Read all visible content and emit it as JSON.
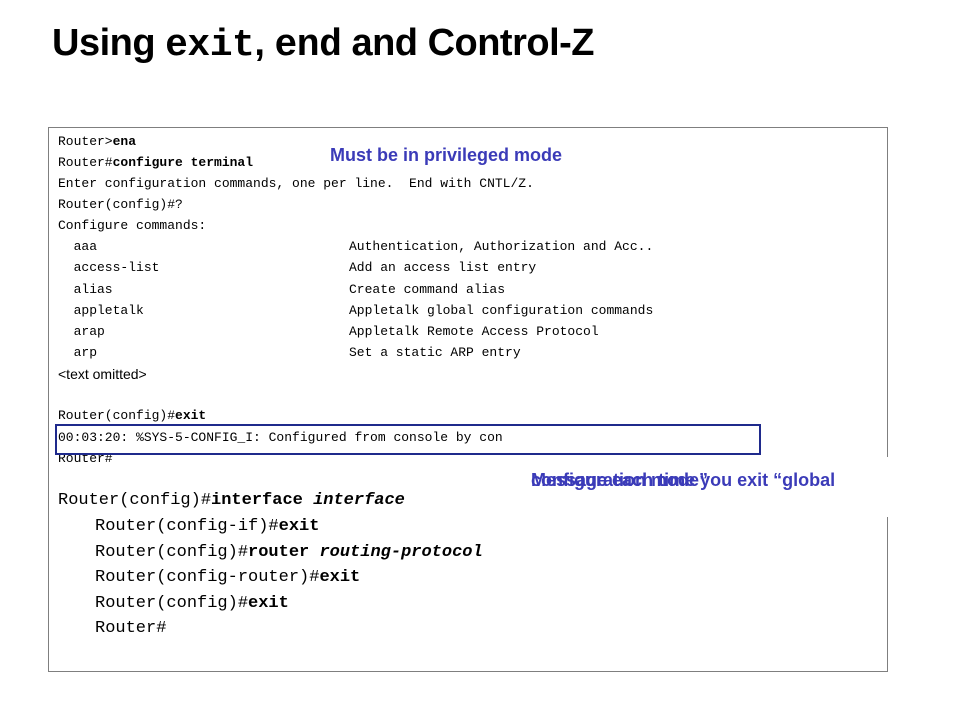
{
  "title": {
    "pre": "Using ",
    "cmd1": "exit",
    "mid": ", ",
    "cmd2": "end",
    "post": " and Control-Z"
  },
  "terminal": {
    "l1_prompt": "Router>",
    "l1_cmd": "ena",
    "l2_prompt": "Router#",
    "l2_cmd": "configure terminal",
    "l3": "Enter configuration commands, one per line.  End with CNTL/Z.",
    "l4": "Router(config)#?",
    "l5": "Configure commands:",
    "commands": [
      {
        "name": "  aaa",
        "desc": "Authentication, Authorization and Acc.."
      },
      {
        "name": "  access-list",
        "desc": "Add an access list entry"
      },
      {
        "name": "  alias",
        "desc": "Create command alias"
      },
      {
        "name": "  appletalk",
        "desc": "Appletalk global configuration commands"
      },
      {
        "name": "  arap",
        "desc": "Appletalk Remote Access Protocol"
      },
      {
        "name": "  arp",
        "desc": "Set a static ARP entry"
      }
    ],
    "omitted": "<text omitted>",
    "exit_prompt": "Router(config)#",
    "exit_cmd": "exit",
    "syslog": "00:03:20: %SYS-5-CONFIG_I: Configured from console by con",
    "final": "Router#"
  },
  "notes": {
    "privileged": "Must be in privileged mode",
    "exit_msg_line1": "Message each time you exit “global",
    "exit_msg_line2": "configuration mode”"
  },
  "examples": [
    {
      "prompt": "Router(config)#",
      "cmd": "interface ",
      "arg": "interface"
    },
    {
      "prompt": "Router(config-if)#",
      "cmd": "exit",
      "arg": ""
    },
    {
      "prompt": "Router(config)#",
      "cmd": "router ",
      "arg": "routing-protocol"
    },
    {
      "prompt": "Router(config-router)#",
      "cmd": "exit",
      "arg": ""
    },
    {
      "prompt": "Router(config)#",
      "cmd": "exit",
      "arg": ""
    },
    {
      "prompt": "Router#",
      "cmd": "",
      "arg": ""
    }
  ]
}
